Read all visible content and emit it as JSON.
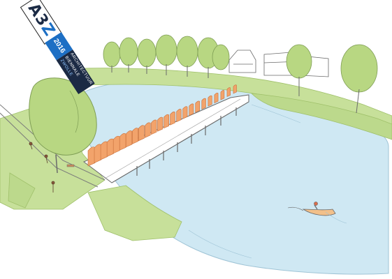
{
  "logo": {
    "mark": "A3",
    "mark_accent": "Z",
    "year": "2016",
    "line1": "ARCHITECTUUR",
    "line2": "BIENNALE",
    "line3": "ZWOLLE"
  },
  "colors": {
    "water": "#cfe8f3",
    "water_edge": "#9fc4d6",
    "grass": "#c7e09a",
    "grass_dark": "#9fc06a",
    "tree": "#b8d782",
    "panel": "#f2a36b",
    "panel_edge": "#c9703b",
    "ink": "#5a5a5a"
  }
}
